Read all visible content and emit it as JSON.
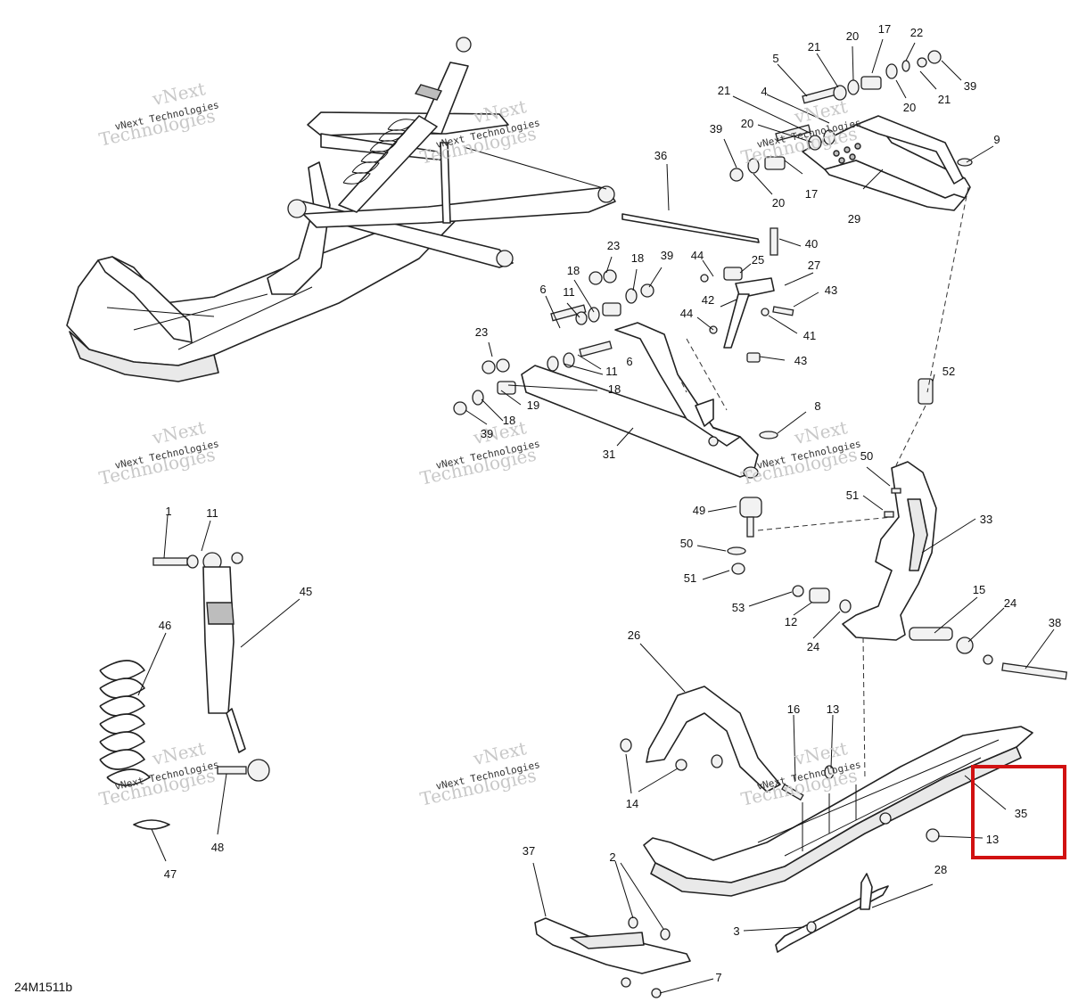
{
  "diagram": {
    "drawing_code": "24M1511b",
    "watermark_lines": [
      "vNext",
      "Technologies"
    ],
    "watermark_text": "vNext Technologies",
    "highlight_color": "#d11111",
    "callouts": [
      {
        "id": "c5",
        "label": "5"
      },
      {
        "id": "c21a",
        "label": "21"
      },
      {
        "id": "c20a",
        "label": "20"
      },
      {
        "id": "c17a",
        "label": "17"
      },
      {
        "id": "c22",
        "label": "22"
      },
      {
        "id": "c39a",
        "label": "39"
      },
      {
        "id": "c20b",
        "label": "20"
      },
      {
        "id": "c21b",
        "label": "21"
      },
      {
        "id": "c21c",
        "label": "21"
      },
      {
        "id": "c4",
        "label": "4"
      },
      {
        "id": "c20c",
        "label": "20"
      },
      {
        "id": "c39b",
        "label": "39"
      },
      {
        "id": "c9",
        "label": "9"
      },
      {
        "id": "c17b",
        "label": "17"
      },
      {
        "id": "c20d",
        "label": "20"
      },
      {
        "id": "c29",
        "label": "29"
      },
      {
        "id": "c36",
        "label": "36"
      },
      {
        "id": "c23a",
        "label": "23"
      },
      {
        "id": "c18a",
        "label": "18"
      },
      {
        "id": "c18b",
        "label": "18"
      },
      {
        "id": "c39c",
        "label": "39"
      },
      {
        "id": "c6a",
        "label": "6"
      },
      {
        "id": "c11a",
        "label": "11"
      },
      {
        "id": "c44a",
        "label": "44"
      },
      {
        "id": "c25",
        "label": "25"
      },
      {
        "id": "c40",
        "label": "40"
      },
      {
        "id": "c27",
        "label": "27"
      },
      {
        "id": "c42",
        "label": "42"
      },
      {
        "id": "c43a",
        "label": "43"
      },
      {
        "id": "c44b",
        "label": "44"
      },
      {
        "id": "c41",
        "label": "41"
      },
      {
        "id": "c43b",
        "label": "43"
      },
      {
        "id": "c23b",
        "label": "23"
      },
      {
        "id": "c6b",
        "label": "6"
      },
      {
        "id": "c11b",
        "label": "11"
      },
      {
        "id": "c18c",
        "label": "18"
      },
      {
        "id": "c19",
        "label": "19"
      },
      {
        "id": "c18d",
        "label": "18"
      },
      {
        "id": "c39d",
        "label": "39"
      },
      {
        "id": "c52",
        "label": "52"
      },
      {
        "id": "c8",
        "label": "8"
      },
      {
        "id": "c31",
        "label": "31"
      },
      {
        "id": "c50a",
        "label": "50"
      },
      {
        "id": "c51a",
        "label": "51"
      },
      {
        "id": "c33",
        "label": "33"
      },
      {
        "id": "c49",
        "label": "49"
      },
      {
        "id": "c50b",
        "label": "50"
      },
      {
        "id": "c51b",
        "label": "51"
      },
      {
        "id": "c1",
        "label": "1"
      },
      {
        "id": "c11c",
        "label": "11"
      },
      {
        "id": "c45",
        "label": "45"
      },
      {
        "id": "c46",
        "label": "46"
      },
      {
        "id": "c53",
        "label": "53"
      },
      {
        "id": "c12",
        "label": "12"
      },
      {
        "id": "c24a",
        "label": "24"
      },
      {
        "id": "c15",
        "label": "15"
      },
      {
        "id": "c24b",
        "label": "24"
      },
      {
        "id": "c38",
        "label": "38"
      },
      {
        "id": "c26",
        "label": "26"
      },
      {
        "id": "c16",
        "label": "16"
      },
      {
        "id": "c13a",
        "label": "13"
      },
      {
        "id": "c14",
        "label": "14"
      },
      {
        "id": "c35",
        "label": "35"
      },
      {
        "id": "c13b",
        "label": "13"
      },
      {
        "id": "c48",
        "label": "48"
      },
      {
        "id": "c47",
        "label": "47"
      },
      {
        "id": "c37",
        "label": "37"
      },
      {
        "id": "c2",
        "label": "2"
      },
      {
        "id": "c28",
        "label": "28"
      },
      {
        "id": "c3",
        "label": "3"
      },
      {
        "id": "c7",
        "label": "7"
      }
    ]
  }
}
